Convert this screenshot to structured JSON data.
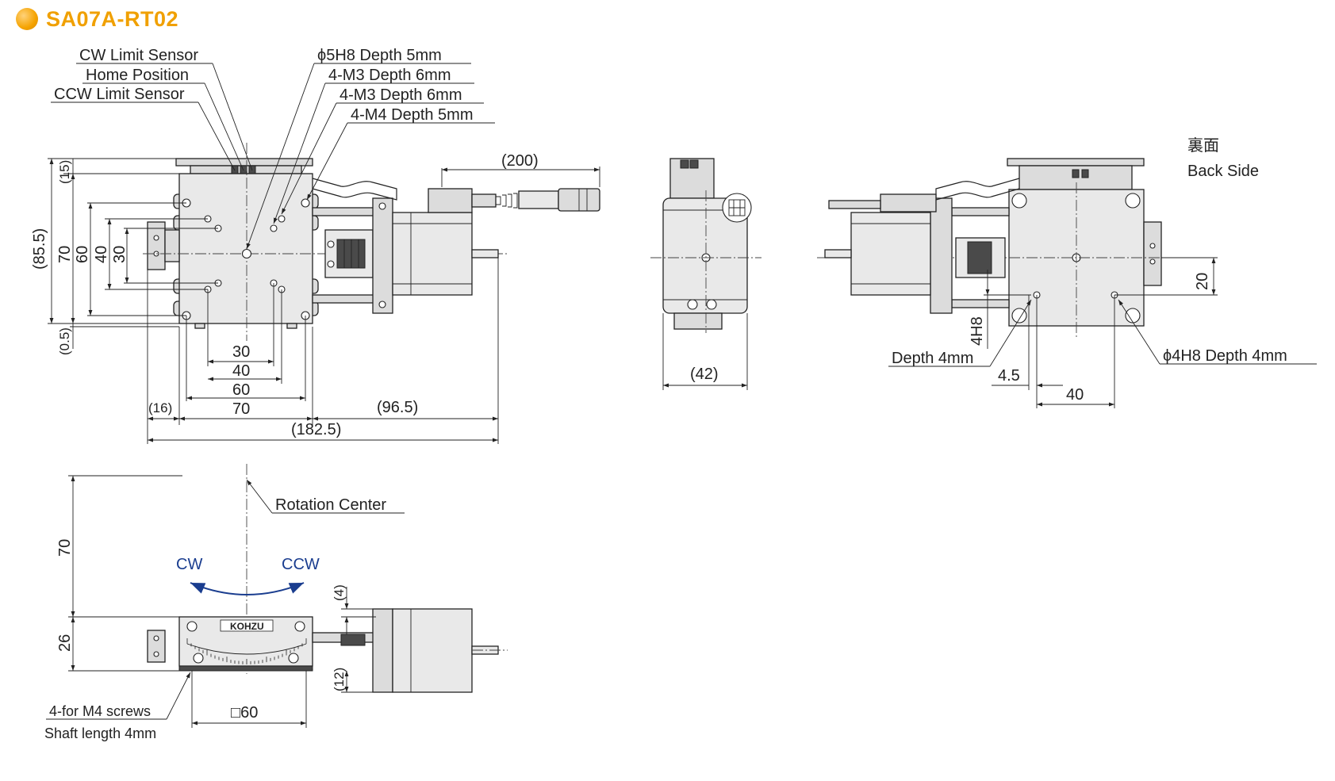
{
  "title": "SA07A-RT02",
  "callouts": {
    "cw_limit": "CW Limit Sensor",
    "home": "Home Position",
    "ccw_limit": "CCW Limit Sensor",
    "phi5h8": "ϕ5H8 Depth 5mm",
    "m3_a": "4-M3 Depth 6mm",
    "m3_b": "4-M3 Depth 6mm",
    "m4": "4-M4 Depth 5mm",
    "back_jp": "裏面",
    "back_en": "Back Side",
    "depth4": "Depth 4mm",
    "phi4h8": "ϕ4H8 Depth 4mm",
    "rotation_center": "Rotation Center",
    "cw": "CW",
    "ccw": "CCW",
    "screws": "4-for M4 screws",
    "shaft": "Shaft length 4mm",
    "brand": "KOHZU"
  },
  "dims": {
    "d200": "(200)",
    "d15": "(15)",
    "d85_5": "(85.5)",
    "d70v": "70",
    "d60v": "60",
    "d40v": "40",
    "d30v": "30",
    "d0_5": "(0.5)",
    "d30h": "30",
    "d40h": "40",
    "d60h": "60",
    "d70h": "70",
    "d16": "(16)",
    "d96_5": "(96.5)",
    "d182_5": "(182.5)",
    "d42": "(42)",
    "d20": "20",
    "d4h8": "4H8",
    "d4_5": "4.5",
    "d40b": "40",
    "d70f": "70",
    "d26": "26",
    "d4": "(4)",
    "d12": "(12)",
    "sq60": "□60"
  },
  "colors": {
    "title": "#f0a000",
    "arrow_blue": "#1a3d8f",
    "line": "#222222"
  }
}
